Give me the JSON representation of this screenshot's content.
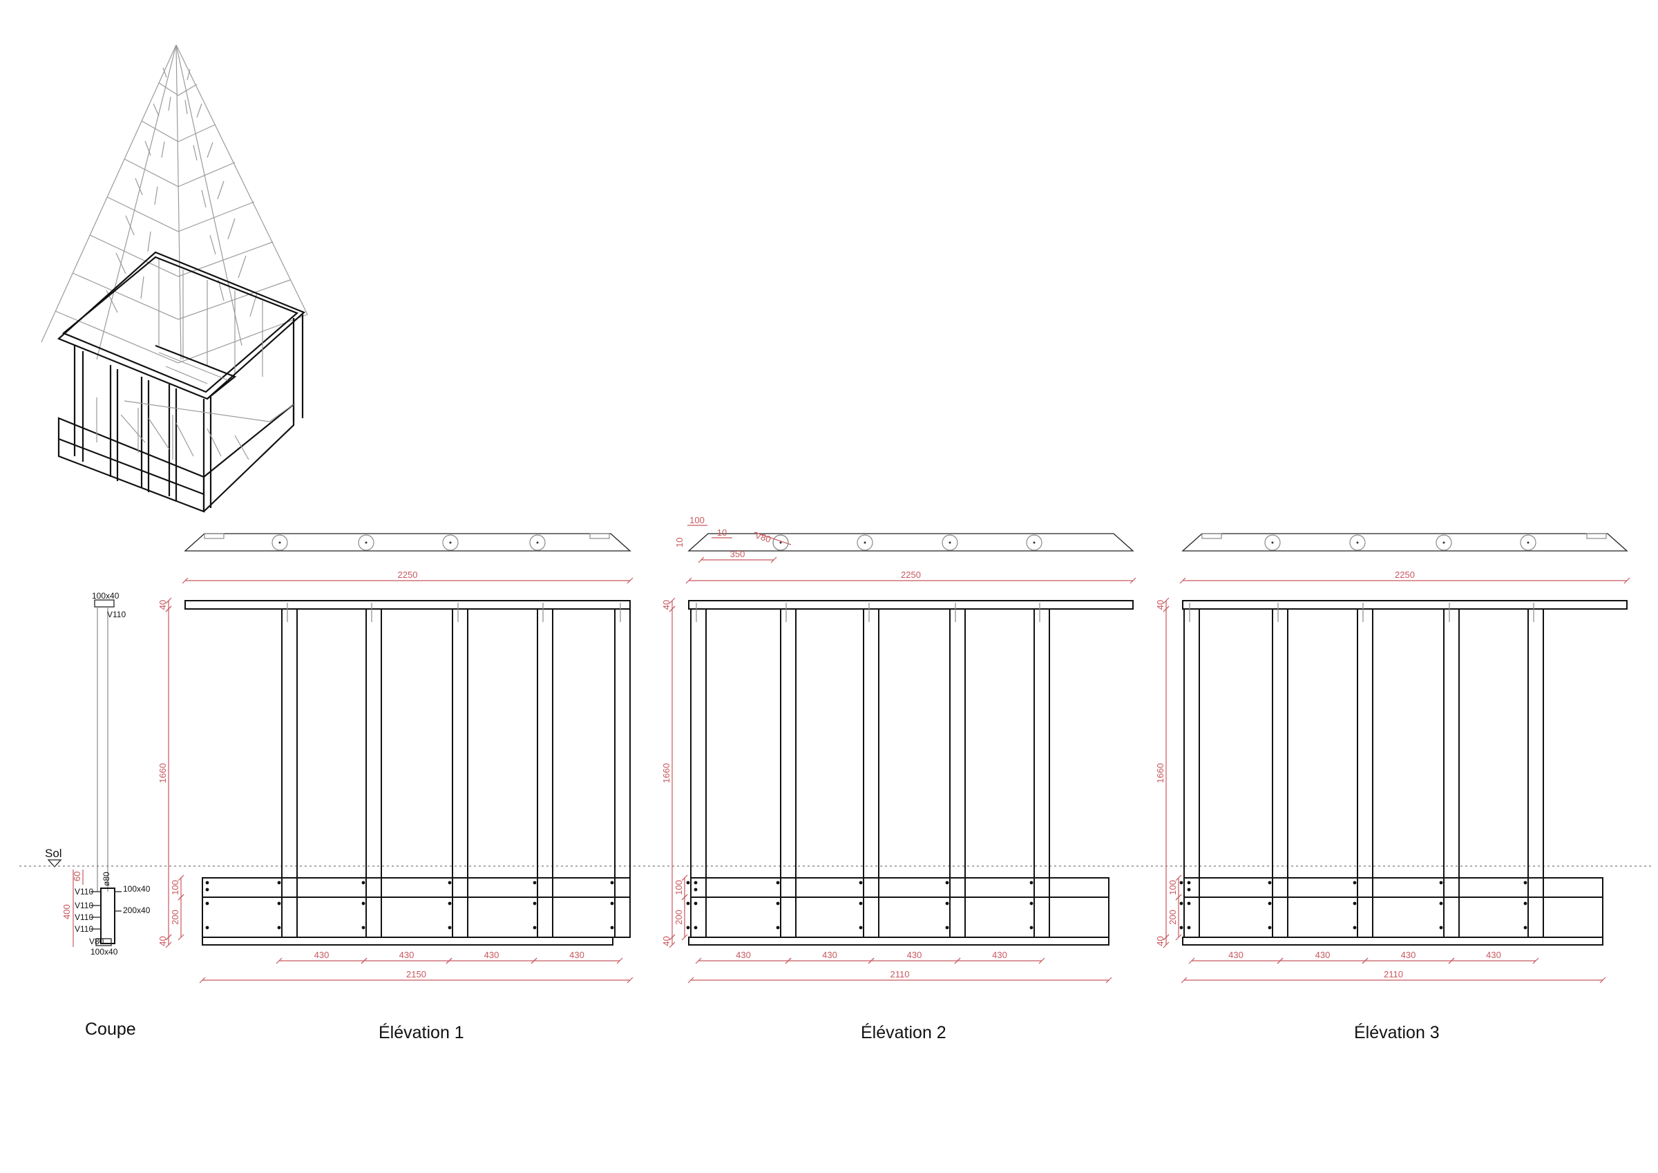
{
  "titles": {
    "coupe": "Coupe",
    "elevation1": "Élévation 1",
    "elevation2": "Élévation 2",
    "elevation3": "Élévation 3"
  },
  "section": {
    "sol": "Sol",
    "top_board": "100x40",
    "top_screw": "V110",
    "bottom_board": "100x40",
    "mid_board": "200x40",
    "screws": [
      "V110",
      "V110",
      "V110",
      "V110"
    ],
    "bottom_screw": "V80",
    "dia": "ø80",
    "dim_60": "60",
    "dim_400": "400"
  },
  "dimensions": {
    "beam_length": "2250",
    "post_height": "1660",
    "top_board": "40",
    "band_upper": "100",
    "band_lower": "200",
    "bottom_board": "40",
    "spacing": "430",
    "base_e1": "2150",
    "base_e23": "2110",
    "detail_100": "100",
    "detail_10a": "10",
    "detail_10b": "10",
    "detail_v80": "V80",
    "detail_350": "350"
  }
}
